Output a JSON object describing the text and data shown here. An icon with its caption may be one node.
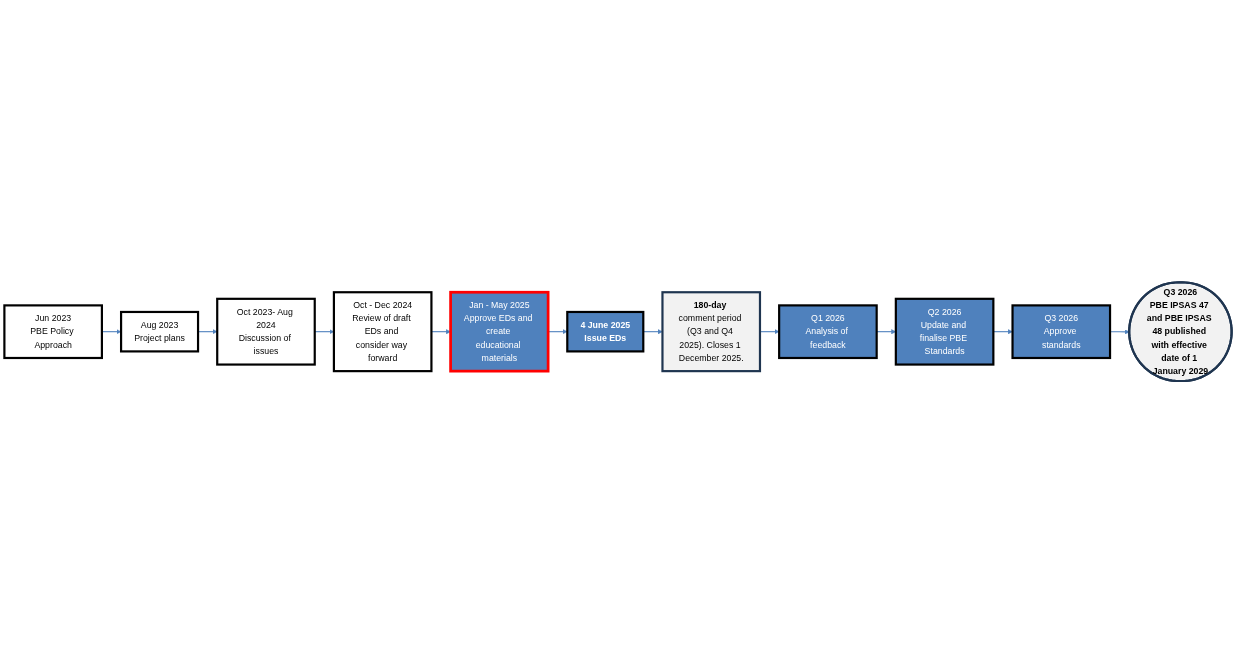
{
  "diagram": {
    "nodes": [
      {
        "text": [
          "Jun 2023",
          "PBE Policy Approach"
        ]
      },
      {
        "text": [
          "Aug 2023",
          "Project plans"
        ]
      },
      {
        "text": [
          "Oct 2023- Aug 2024",
          "Discussion of issues"
        ]
      },
      {
        "text": [
          "Oct - Dec 2024",
          "Review of draft EDs and consider way forward"
        ]
      },
      {
        "text": [
          "Jan - May 2025",
          "Approve EDs and create educational materials"
        ]
      },
      {
        "text": [
          "4 June 2025",
          "Issue EDs"
        ]
      },
      {
        "text": [
          "**180-day** comment period (Q3 and Q4 2025). Closes 1 December 2025."
        ]
      },
      {
        "text": [
          "Q1 2026",
          "Analysis of feedback"
        ]
      },
      {
        "text": [
          "Q2 2026",
          "Update and finalise PBE Standards"
        ]
      },
      {
        "text": [
          "Q3 2026",
          "Approve standards"
        ]
      },
      {
        "text": [
          "Q3 2026",
          "PBE IPSAS 47 and PBE IPSAS 48 published with effective date of 1 January 2029"
        ]
      }
    ],
    "edges": [
      {
        "from": 0,
        "to": 1,
        "arrow": "to"
      },
      {
        "from": 1,
        "to": 2,
        "arrow": "to"
      },
      {
        "from": 2,
        "to": 3,
        "arrow": "to"
      },
      {
        "from": 3,
        "to": 4,
        "arrow": "to"
      },
      {
        "from": 4,
        "to": 5,
        "arrow": "to"
      },
      {
        "from": 5,
        "to": 6,
        "arrow": "to"
      },
      {
        "from": 6,
        "to": 7,
        "arrow": "to"
      },
      {
        "from": 7,
        "to": 8,
        "arrow": "to"
      },
      {
        "from": 8,
        "to": 9,
        "arrow": "to"
      },
      {
        "from": 9,
        "to": 10,
        "arrow": "to"
      }
    ]
  }
}
